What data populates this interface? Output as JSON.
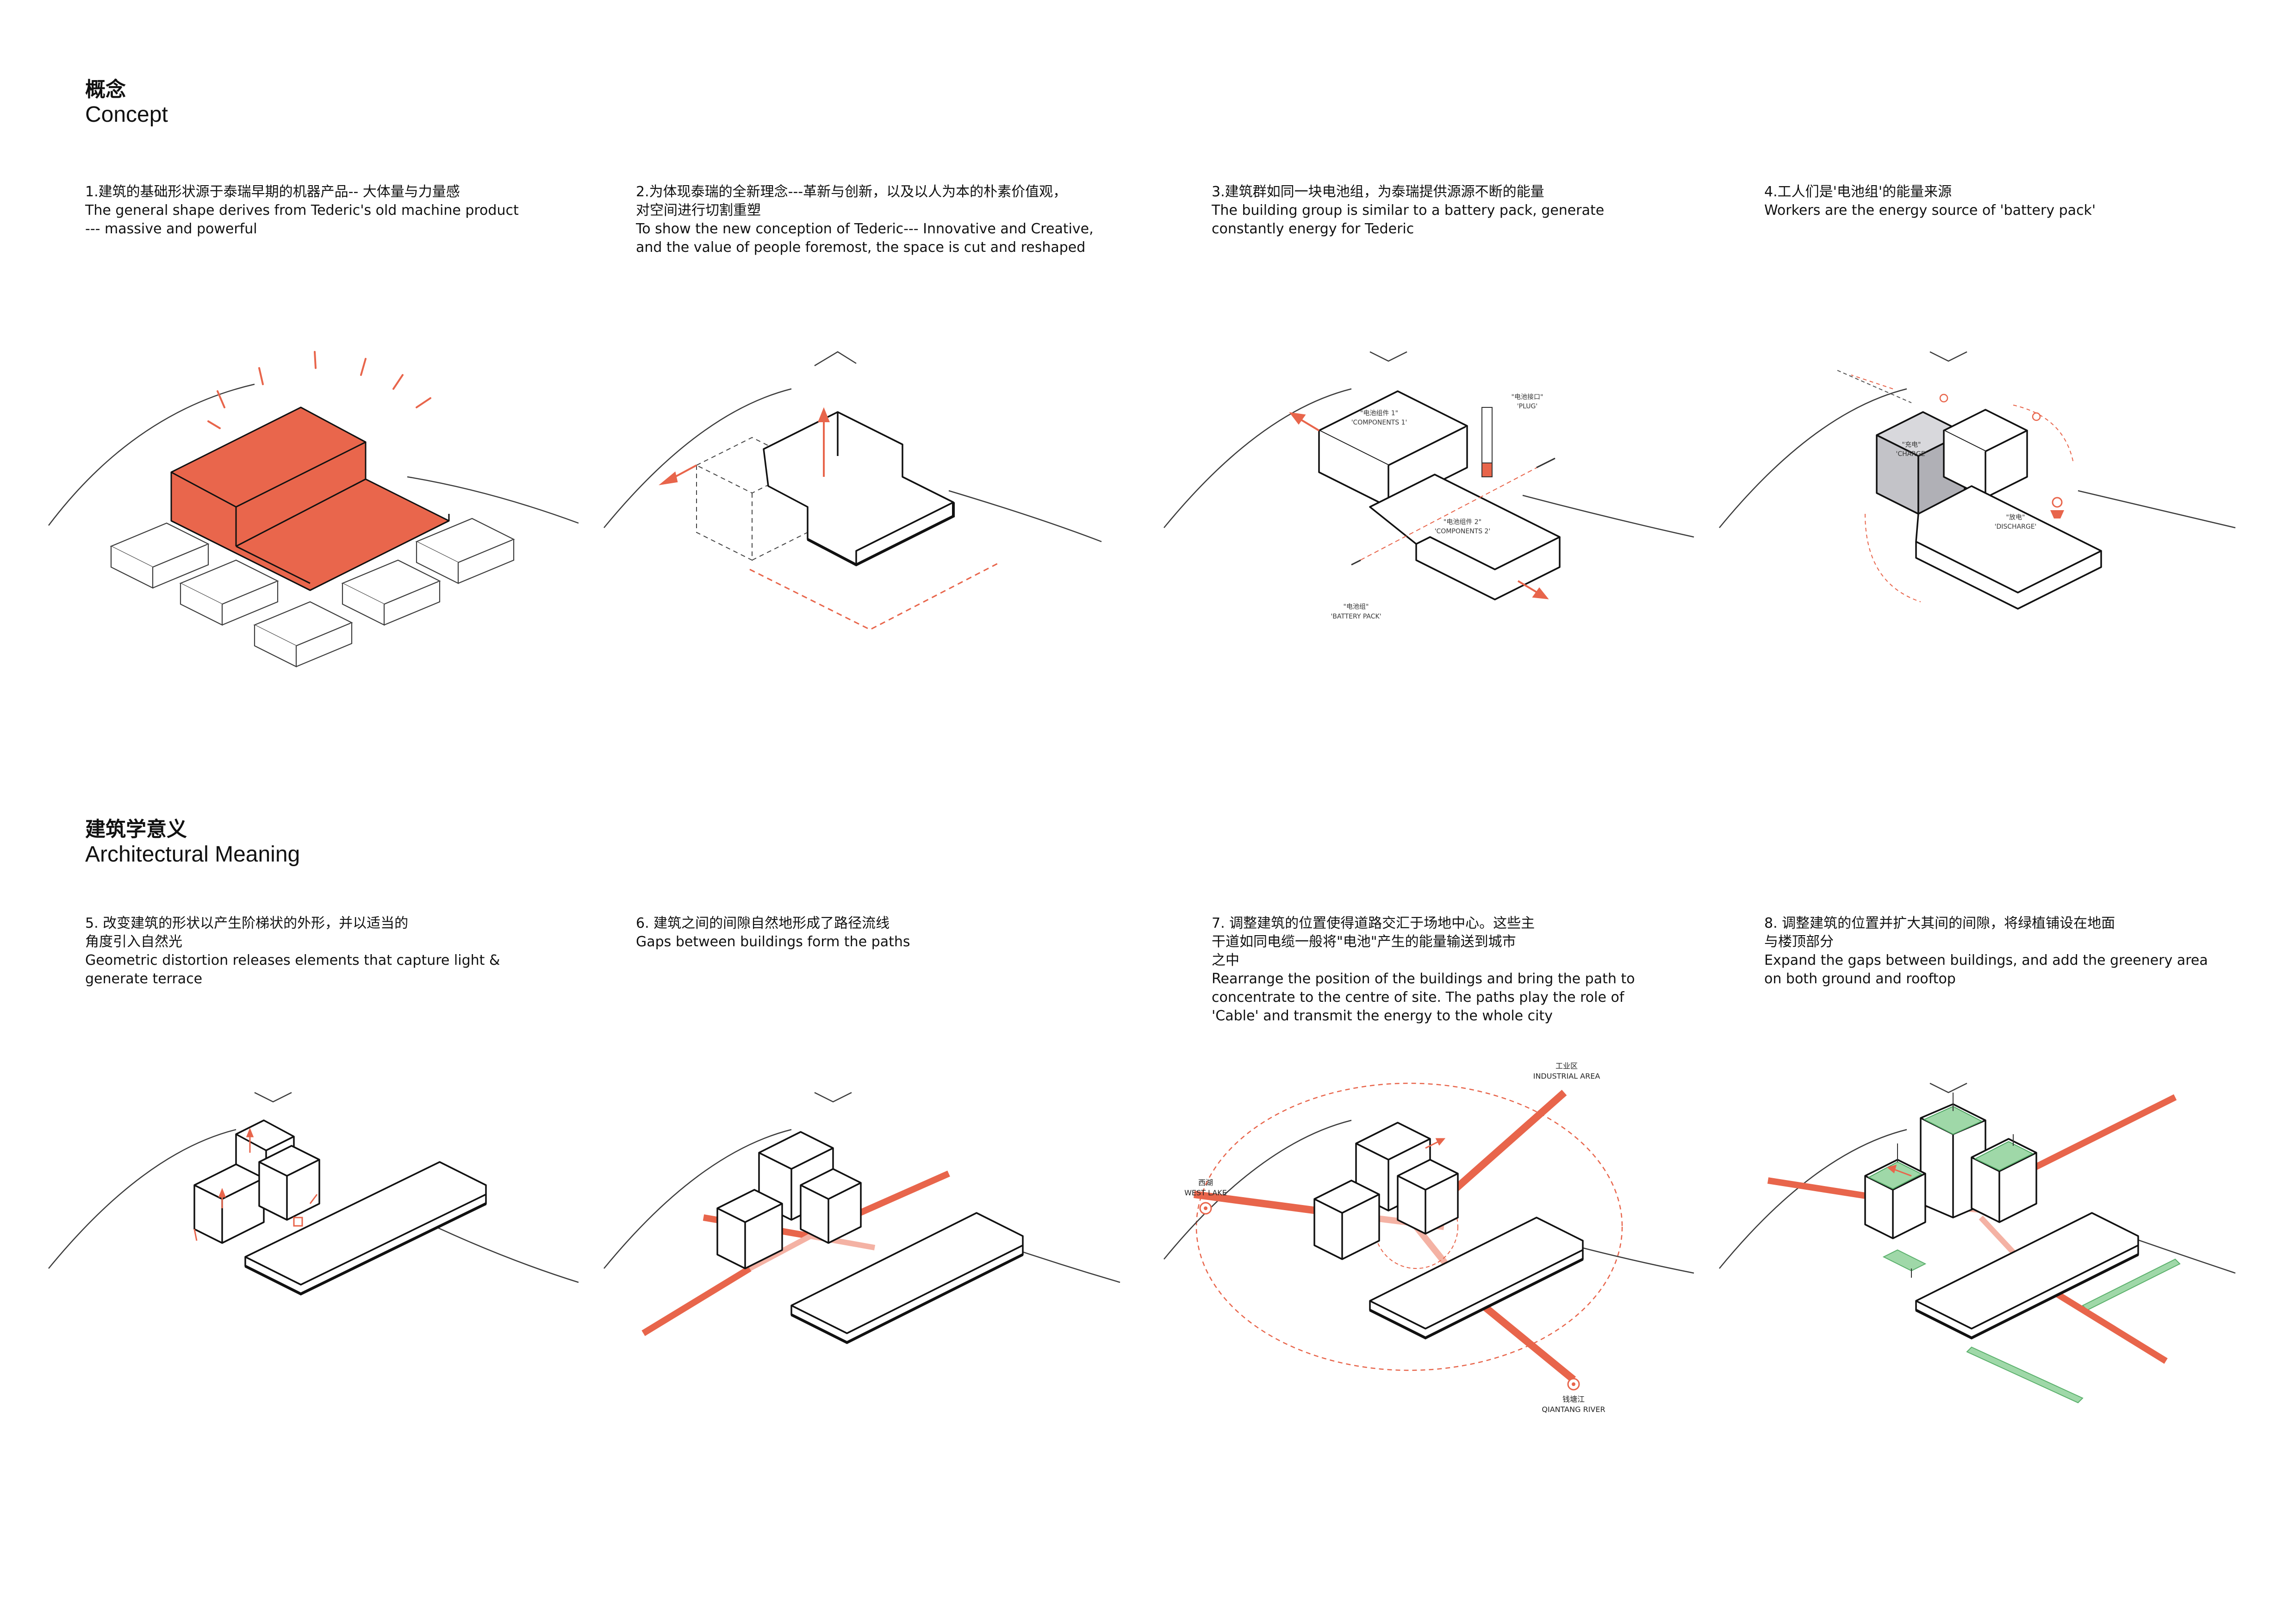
{
  "sections": {
    "concept": {
      "zh": "概念",
      "en": "Concept"
    },
    "meaning": {
      "zh": "建筑学意义",
      "en": "Architectural Meaning"
    }
  },
  "colors": {
    "accent": "#e8654b",
    "accent_fill": "#e9664c",
    "line": "#111111",
    "street": "#3c3c3c",
    "green": "#7cc98a",
    "grey_box": "#c8c8cc"
  },
  "captions": [
    {
      "lines": [
        "1.建筑的基础形状源于泰瑞早期的机器产品-- 大体量与力量感",
        "The general shape derives from Tederic's old machine product",
        "--- massive and powerful"
      ]
    },
    {
      "lines": [
        "2.为体现泰瑞的全新理念---革新与创新，以及以人为本的朴素价值观，",
        "对空间进行切割重塑",
        "To show the new conception of Tederic--- Innovative and Creative,",
        "and the value of people foremost, the space is cut and reshaped"
      ]
    },
    {
      "lines": [
        "3.建筑群如同一块电池组，为泰瑞提供源源不断的能量",
        "The building group is similar to a battery pack, generate",
        "constantly energy for Tederic"
      ]
    },
    {
      "lines": [
        "4.工人们是'电池组'的能量来源",
        "Workers are the energy source of 'battery pack'"
      ]
    },
    {
      "lines": [
        "5. 改变建筑的形状以产生阶梯状的外形，并以适当的",
        "角度引入自然光",
        "Geometric distortion releases elements that capture light &",
        "generate terrace"
      ]
    },
    {
      "lines": [
        "6. 建筑之间的间隙自然地形成了路径流线",
        "Gaps between buildings form the paths"
      ]
    },
    {
      "lines": [
        "7. 调整建筑的位置使得道路交汇于场地中心。这些主",
        "干道如同电缆一般将\"电池\"产生的能量输送到城市",
        "之中",
        "Rearrange the position of the buildings and bring the path to",
        "concentrate to the centre of site. The paths play the role of",
        "'Cable' and transmit the energy to the whole city"
      ]
    },
    {
      "lines": [
        "8. 调整建筑的位置并扩大其间的间隙，将绿植铺设在地面",
        "与楼顶部分",
        "Expand the gaps between buildings, and add the greenery area",
        "on both ground and rooftop"
      ]
    }
  ],
  "labels": {
    "d3": {
      "components1_zh": "\"电池组件 1\"",
      "components1_en": "'COMPONENTS 1'",
      "plug_zh": "\"电池接口\"",
      "plug_en": "'PLUG'",
      "components2_zh": "\"电池组件 2\"",
      "components2_en": "'COMPONENTS 2'",
      "pack_zh": "\"电池组\"",
      "pack_en": "'BATTERY PACK'"
    },
    "d4": {
      "charge_zh": "\"充电\"",
      "charge_en": "'CHARGE'",
      "discharge_zh": "\"放电\"",
      "discharge_en": "'DISCHARGE'"
    },
    "d7": {
      "industrial_zh": "工业区",
      "industrial_en": "INDUSTRIAL AREA",
      "westlake_zh": "西湖",
      "westlake_en": "WEST LAKE",
      "qiantang_zh": "钱塘江",
      "qiantang_en": "QIANTANG RIVER"
    }
  }
}
